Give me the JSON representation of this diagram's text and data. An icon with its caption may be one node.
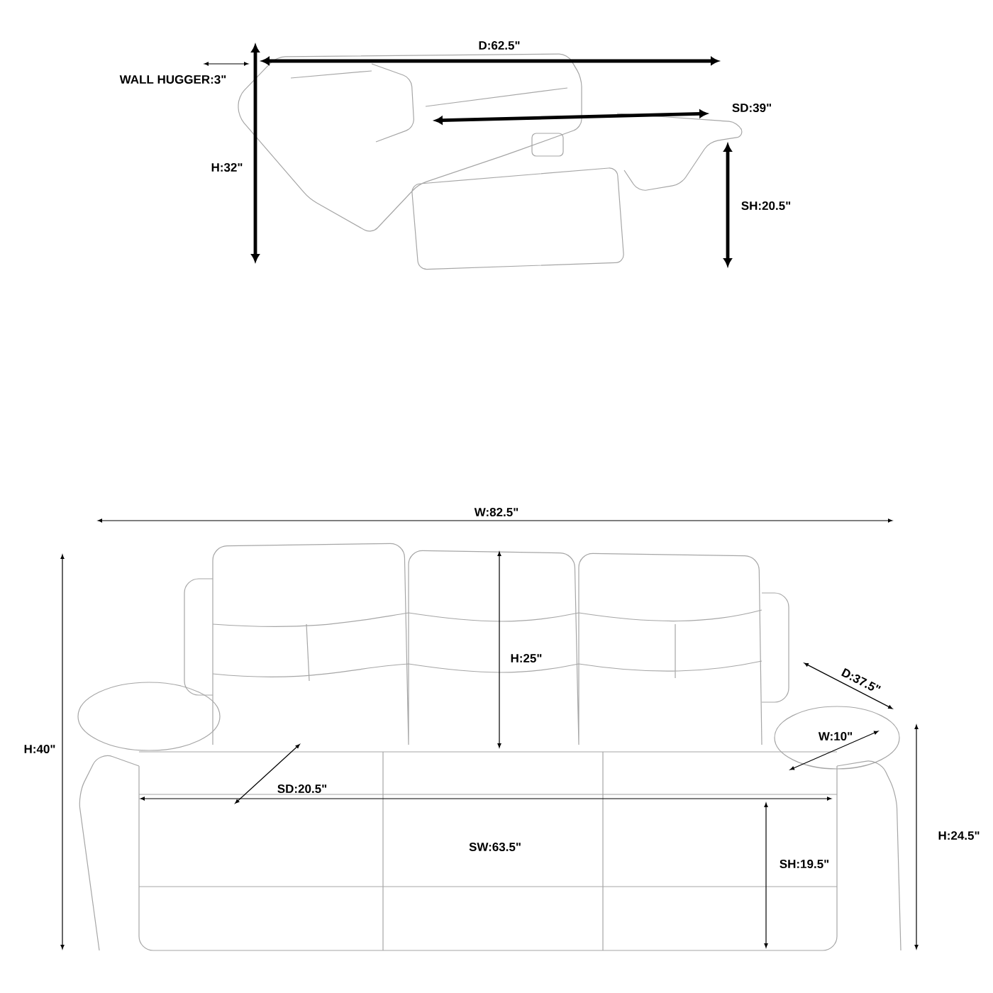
{
  "diagram": {
    "labels": [
      "D:62.5\"",
      "WALL HUGGER:3\"",
      "SD:39\"",
      "H:32\"",
      "SH:20.5\"",
      "W:82.5\"",
      "H:25\"",
      "D:37.5\"",
      "H:40\"",
      "W:10\"",
      "SD:20.5\"",
      "SW:63.5\"",
      "SH:19.5\"",
      "H:24.5\""
    ]
  }
}
